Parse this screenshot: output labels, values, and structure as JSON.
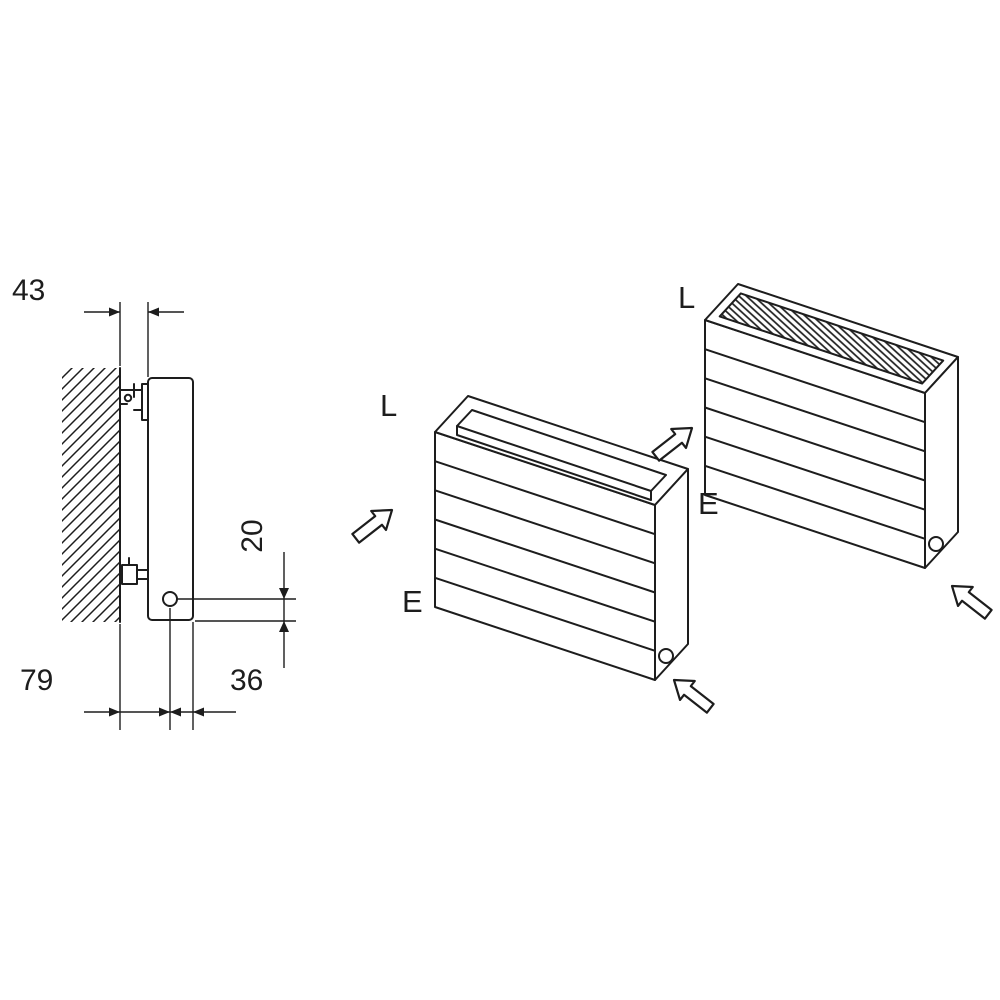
{
  "diagram": {
    "type": "radiator-installation-technical-drawing",
    "side_view": {
      "dim_wall_clearance": "43",
      "dim_pipe_offset_vertical": "20",
      "dim_wall_to_pipe": "79",
      "dim_pipe_to_front": "36"
    },
    "radiator_open_top": {
      "label_length": "L",
      "label_end": "E"
    },
    "radiator_grille_top": {
      "label_length": "L",
      "label_end": "E"
    },
    "colors": {
      "line": "#1d1d1d",
      "background": "#ffffff"
    }
  }
}
